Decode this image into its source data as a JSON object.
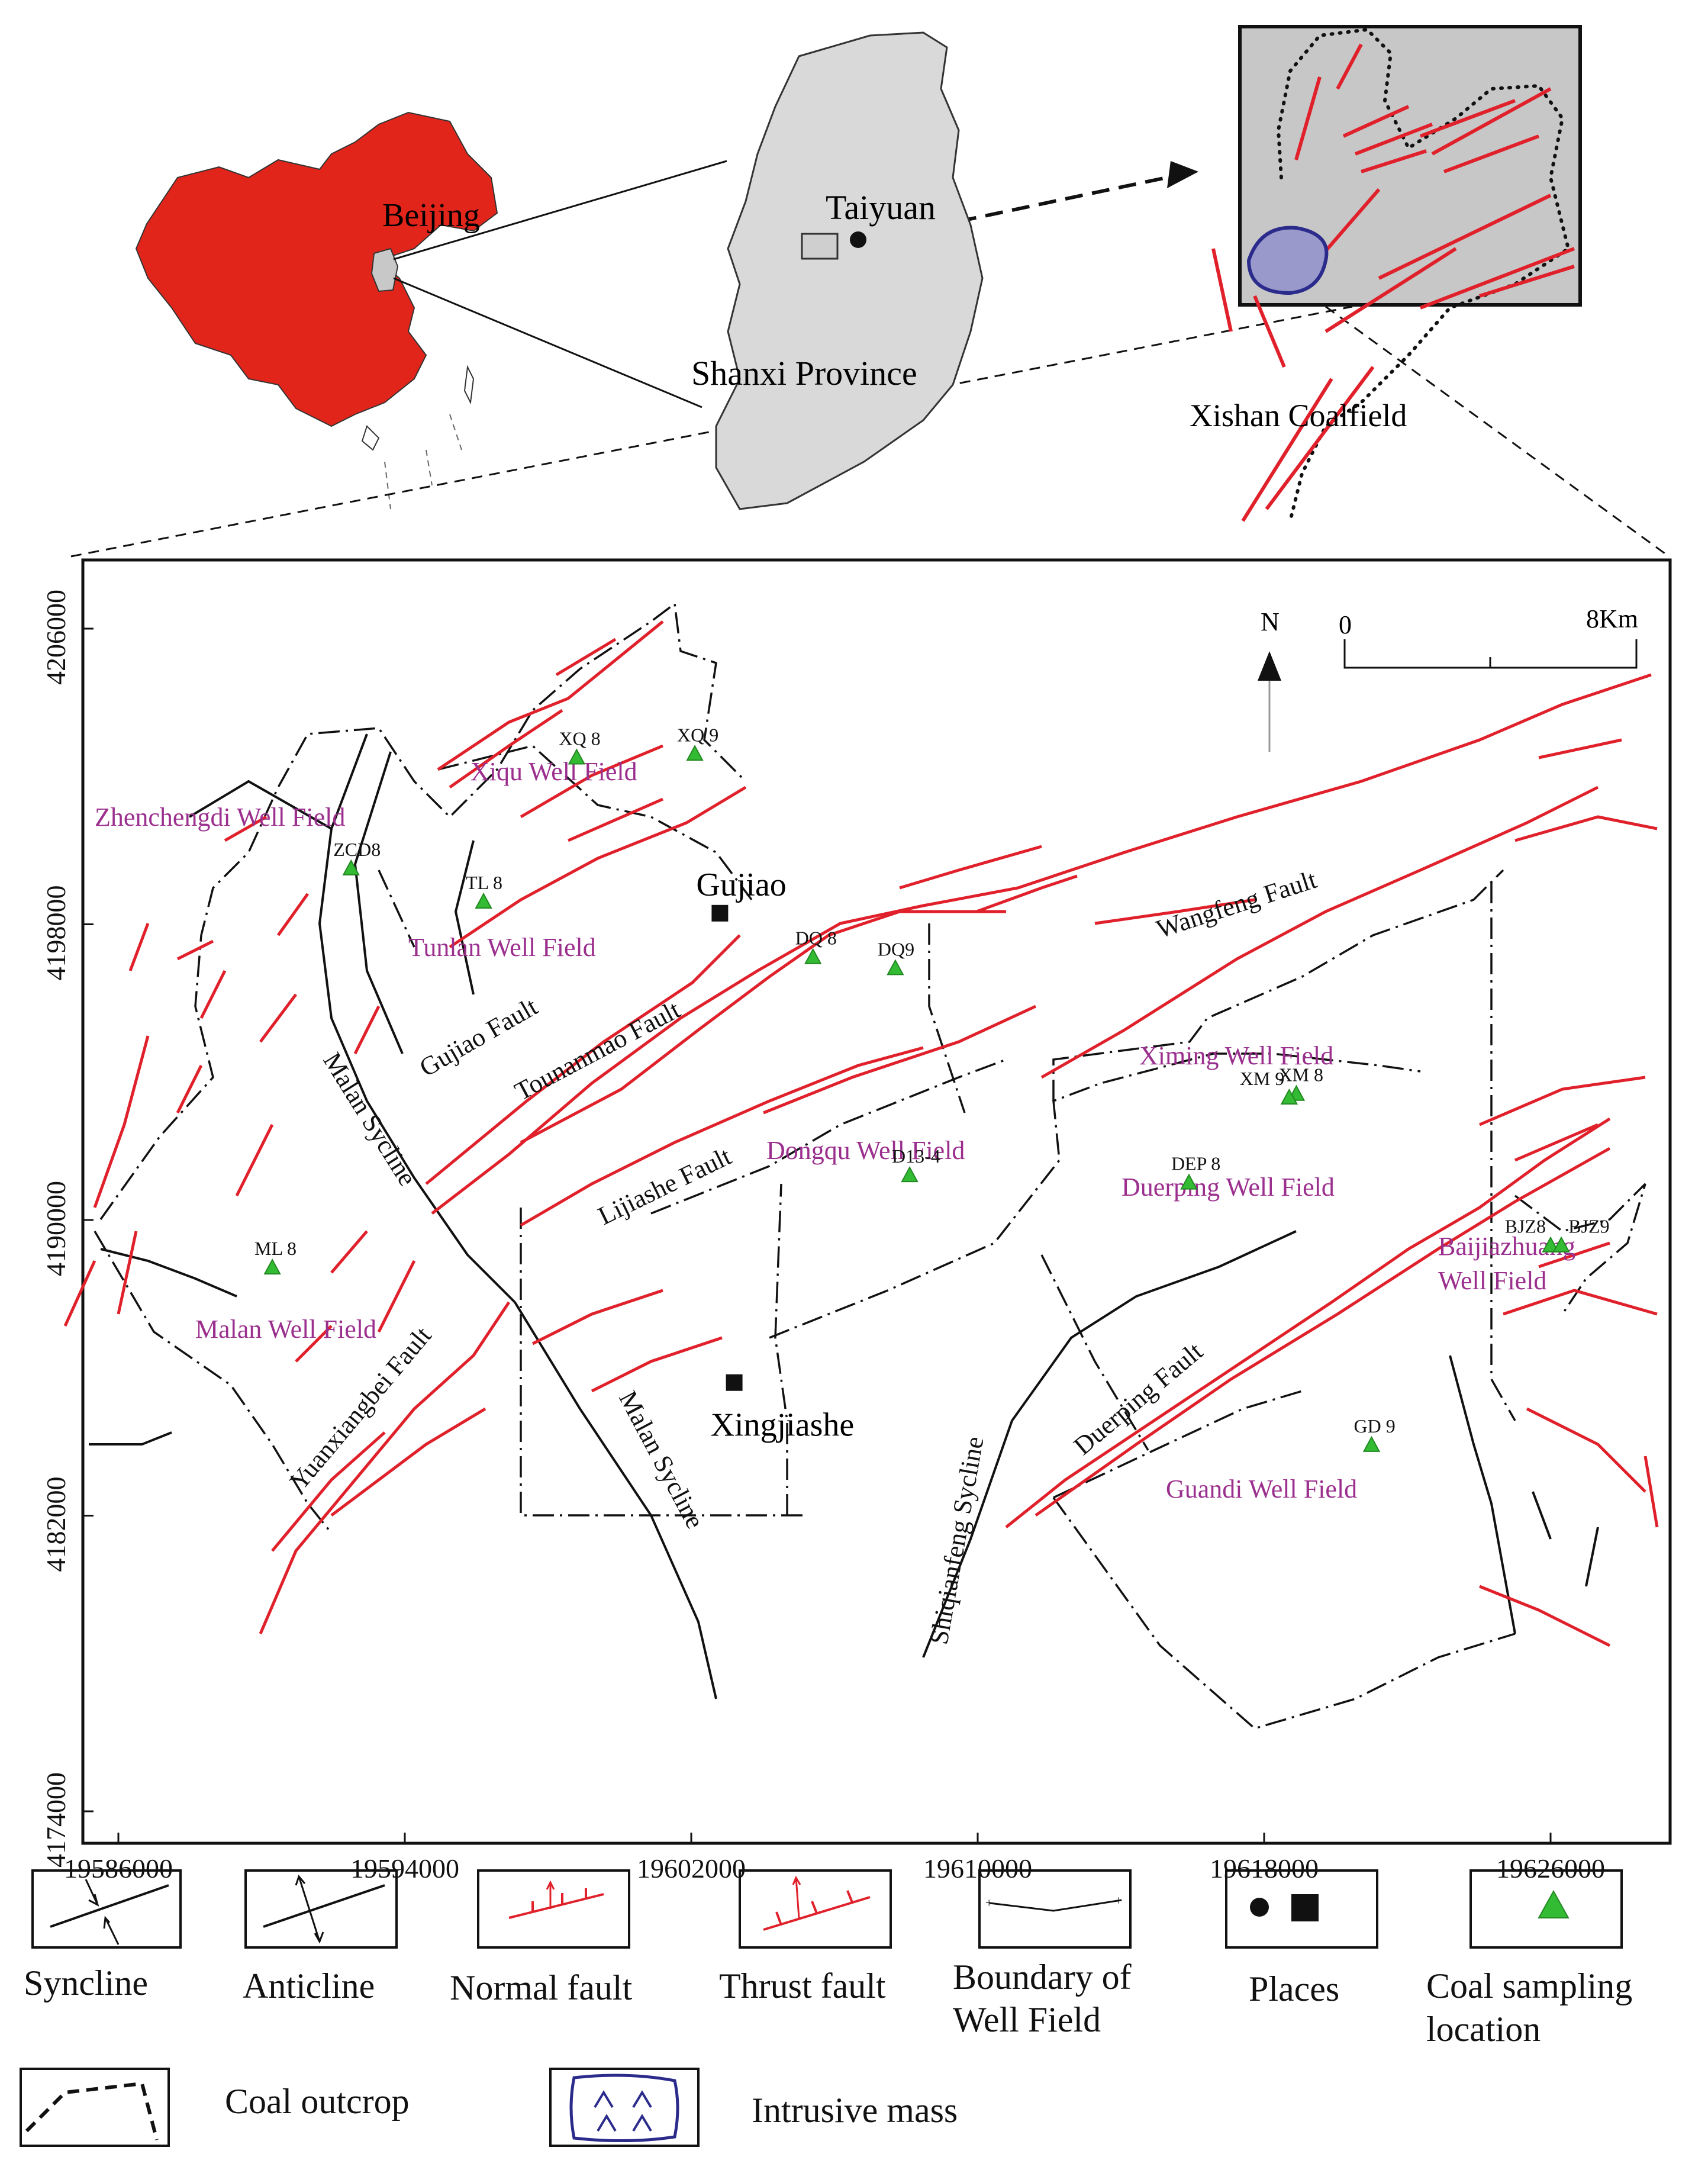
{
  "overview": {
    "beijing": "Beijing",
    "taiyuan": "Taiyuan",
    "shanxi": "Shanxi Province",
    "xishan": "Xishan Coalfield"
  },
  "scale": {
    "zero": "0",
    "end": "8Km",
    "north": "N"
  },
  "axes": {
    "y_ticks": [
      "4206000",
      "4198000",
      "4190000",
      "4182000",
      "4174000"
    ],
    "x_ticks": [
      "19586000",
      "19594000",
      "19602000",
      "19610000",
      "19618000",
      "19626000"
    ]
  },
  "places": [
    {
      "name": "Gujiao",
      "x": 19602800,
      "y": 4198300
    },
    {
      "name": "Xingjiashe",
      "x": 19603200,
      "y": 4185600
    }
  ],
  "well_fields": [
    "Xiqu Well Field",
    "Zhenchengdi Well Field",
    "Tunlan Well Field",
    "Dongqu Well Field",
    "Ximing Well Field",
    "Duerping Well Field",
    "Malan Well Field",
    "Guandi Well Field",
    "Baijiazhuang",
    "Well Field"
  ],
  "structures": [
    "Wangfeng Fault",
    "Gujiao Fault",
    "Tounanmao Fault",
    "Lijiashe Fault",
    "Malan Sycline",
    "Malan Sycline",
    "Yuanxiangbei Fault",
    "Shiqianfeng Sycline",
    "Duerping Fault"
  ],
  "samples": [
    {
      "name": "XQ 8",
      "x": 19598800,
      "y": 4202500
    },
    {
      "name": "XQ 9",
      "x": 19602100,
      "y": 4202600
    },
    {
      "name": "ZCD8",
      "x": 19592500,
      "y": 4199500
    },
    {
      "name": "TL 8",
      "x": 19596200,
      "y": 4198600
    },
    {
      "name": "DQ 8",
      "x": 19605400,
      "y": 4197100
    },
    {
      "name": "DQ9",
      "x": 19607700,
      "y": 4196800
    },
    {
      "name": "XM 8",
      "x": 19618900,
      "y": 4193400
    },
    {
      "name": "XM 9",
      "x": 19618700,
      "y": 4193300
    },
    {
      "name": "D13-4",
      "x": 19608100,
      "y": 4191200
    },
    {
      "name": "DEP 8",
      "x": 19615900,
      "y": 4191000
    },
    {
      "name": "ML 8",
      "x": 19590300,
      "y": 4188700
    },
    {
      "name": "BJZ8",
      "x": 19626000,
      "y": 4189300
    },
    {
      "name": "BJZ9",
      "x": 19626300,
      "y": 4189300
    },
    {
      "name": "GD 9",
      "x": 19621000,
      "y": 4183900
    }
  ],
  "legend": {
    "syncline": "Syncline",
    "anticline": "Anticline",
    "normal_fault": "Normal fault",
    "thrust_fault": "Thrust fault",
    "boundary_1": "Boundary of",
    "boundary_2": "Well Field",
    "places": "Places",
    "coal_1": "Coal sampling",
    "coal_2": "location",
    "outcrop": "Coal outcrop",
    "intrusive": "Intrusive mass"
  },
  "colors": {
    "china_fill": "#e1251b",
    "province_fill": "#d9d9d9",
    "fault": "#e0202a",
    "sample": "#33bb33",
    "place_name": "#9b2f8e",
    "intrusive": "#2b2b8c"
  }
}
